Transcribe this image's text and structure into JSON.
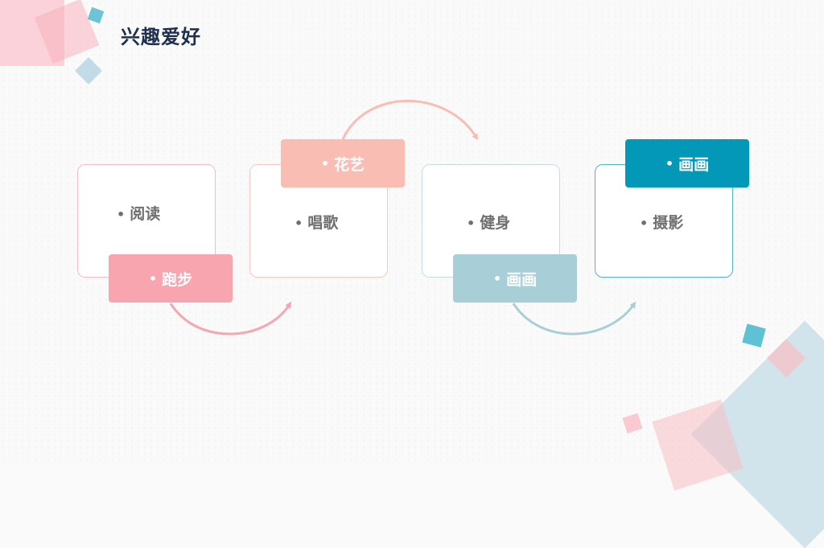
{
  "title": "兴趣爱好",
  "bullet": "•",
  "colors": {
    "pink": "#f9a5b0",
    "salmon": "#f9bdb4",
    "lightblue": "#a8cfd8",
    "teal": "#0398b7",
    "title": "#1e2f4f",
    "text": "#6f6f6f"
  },
  "cards": [
    {
      "label": "阅读"
    },
    {
      "label": "唱歌"
    },
    {
      "label": "健身"
    },
    {
      "label": "摄影"
    }
  ],
  "tags": [
    {
      "label": "跑步"
    },
    {
      "label": "花艺"
    },
    {
      "label": "画画"
    },
    {
      "label": "画画"
    }
  ]
}
